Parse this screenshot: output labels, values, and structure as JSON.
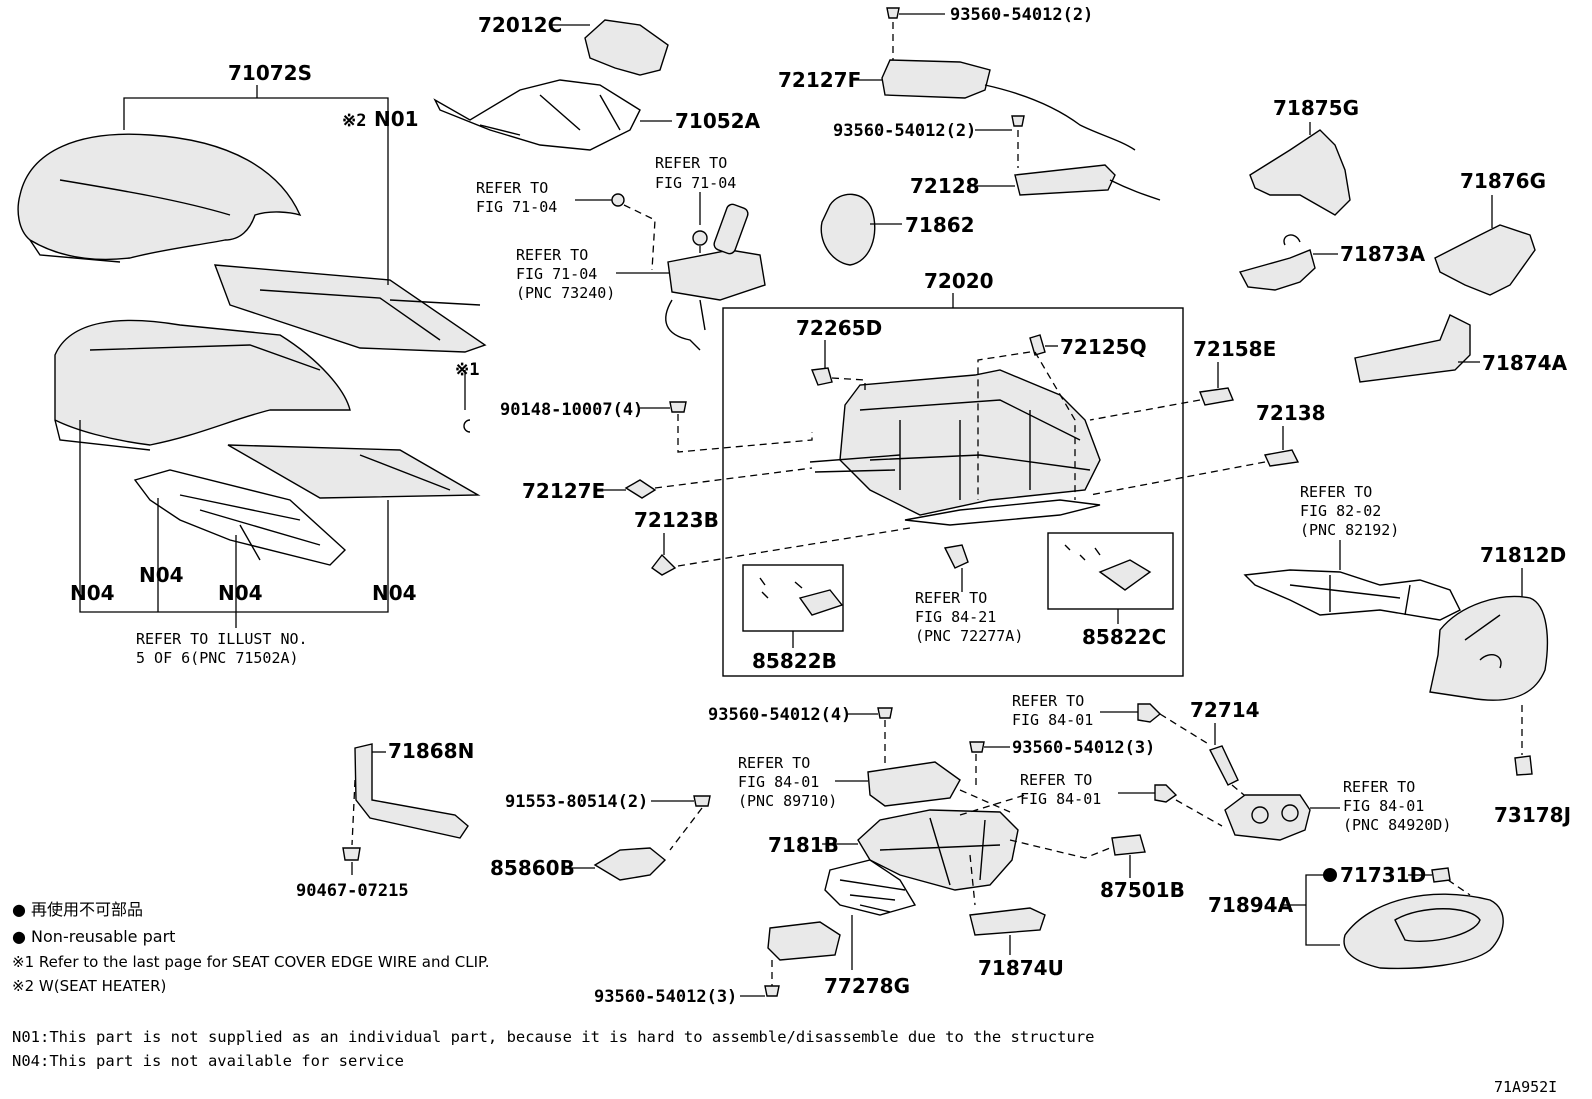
{
  "labels": {
    "p71072S": "71072S",
    "p72012C": "72012C",
    "p71052A": "71052A",
    "p93560_1": "93560-54012(2)",
    "p72127F": "72127F",
    "p93560_2": "93560-54012(2)",
    "p72128": "72128",
    "p71875G": "71875G",
    "p71876G": "71876G",
    "p71873A": "71873A",
    "p71874A": "71874A",
    "p71862": "71862",
    "p72020": "72020",
    "p72265D": "72265D",
    "p72125Q": "72125Q",
    "p72158E": "72158E",
    "p72138": "72138",
    "p90148": "90148-10007(4)",
    "p72127E": "72127E",
    "p72123B": "72123B",
    "p85822B": "85822B",
    "p85822C": "85822C",
    "p71812D": "71812D",
    "p73178J": "73178J",
    "p71868N": "71868N",
    "p91553": "91553-80514(2)",
    "p85860B": "85860B",
    "p90467": "90467-07215",
    "p93560_4": "93560-54012(4)",
    "p93560_3a": "93560-54012(3)",
    "p93560_3b": "93560-54012(3)",
    "p72714": "72714",
    "p7181B": "7181B",
    "p87501B": "87501B",
    "p71874U": "71874U",
    "p77278G": "77278G",
    "p71894A": "71894A",
    "p71731D": "71731D",
    "n01": "N01",
    "n04a": "N04",
    "n04b": "N04",
    "n04c": "N04",
    "n04d": "N04",
    "mark1": "※1",
    "mark2": "※2"
  },
  "refs": {
    "r1": [
      "REFER TO",
      "FIG 71-04"
    ],
    "r2": [
      "REFER TO",
      "FIG 71-04"
    ],
    "r3": [
      "REFER TO",
      "FIG 71-04",
      "(PNC 73240)"
    ],
    "r4": [
      "REFER TO",
      "FIG 84-21",
      "(PNC 72277A)"
    ],
    "r5": [
      "REFER TO",
      "FIG 82-02",
      "(PNC 82192)"
    ],
    "r6": [
      "REFER TO",
      "FIG 84-01",
      "(PNC 89710)"
    ],
    "r7": [
      "REFER TO",
      "FIG 84-01"
    ],
    "r8": [
      "REFER TO",
      "FIG 84-01"
    ],
    "r9": [
      "REFER TO",
      "FIG 84-01",
      "(PNC 84920D)"
    ],
    "illust": [
      "REFER TO ILLUST NO.",
      "5 OF 6(PNC 71502A)"
    ]
  },
  "legend": {
    "jp": "● 再使用不可部品",
    "en": "● Non-reusable part",
    "note1": "※1 Refer to the last page for SEAT COVER EDGE WIRE and CLIP.",
    "note2": "※2 W(SEAT HEATER)"
  },
  "footer": {
    "n01": "N01:This part is not supplied as an individual part, because it is hard to assemble/disassemble due to the structure",
    "n04": "N04:This part is not available for service",
    "code": "71A952I"
  }
}
